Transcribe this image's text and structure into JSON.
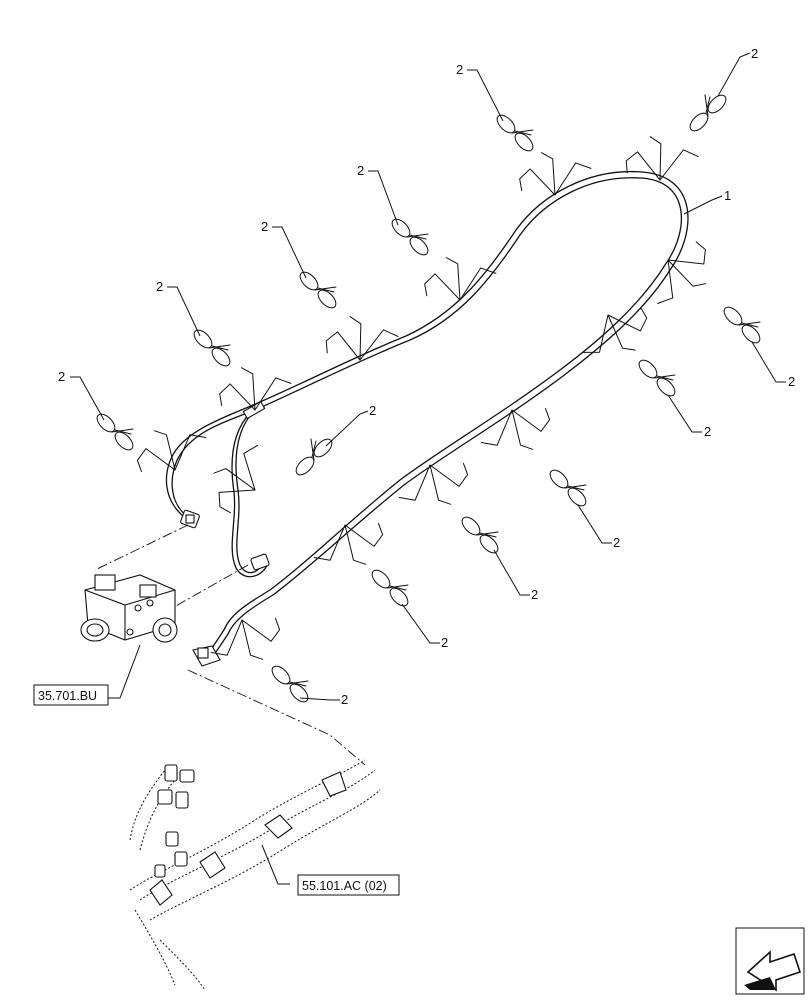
{
  "callouts": {
    "harness": "1",
    "tie": "2"
  },
  "references": {
    "valve_block": "35.701.BU",
    "harness_ref": "55.101.AC (02)"
  },
  "nav_icon": "arrow-left-icon"
}
